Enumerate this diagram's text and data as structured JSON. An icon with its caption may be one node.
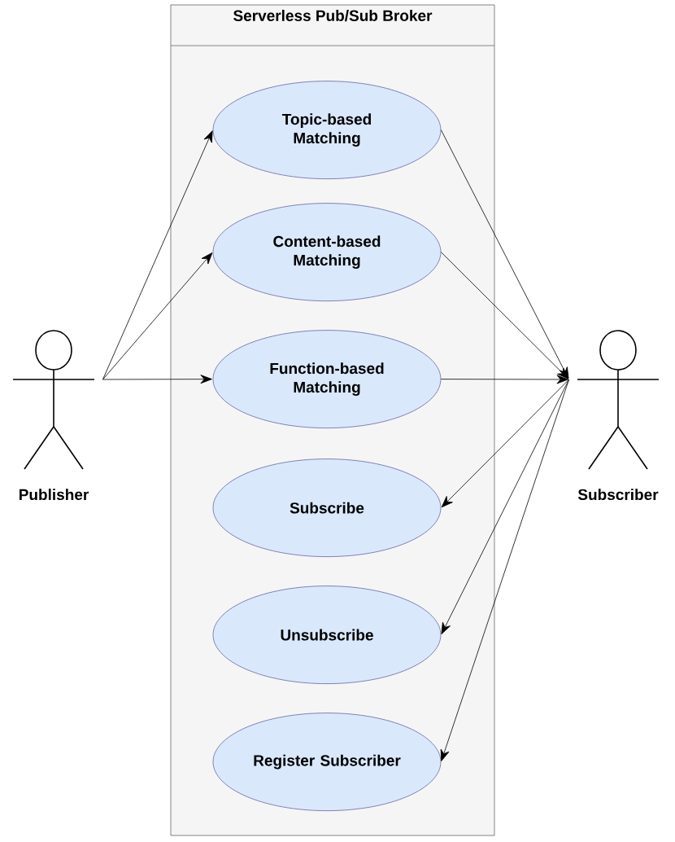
{
  "diagram": {
    "nodes": [
      {
        "text": [
          "Serverless Pub/Sub Broker"
        ]
      },
      {
        "text": [
          "Topic-based Matching"
        ],
        "in": 0
      },
      {
        "text": [
          "Content-based Matching"
        ],
        "in": 0
      },
      {
        "text": [
          "Function-based Matching"
        ],
        "in": 0
      },
      {
        "text": [
          "Subscribe"
        ],
        "in": 0
      },
      {
        "text": [
          "Unsubscribe"
        ],
        "in": 0
      },
      {
        "text": [
          "Register Subscriber"
        ],
        "in": 0
      },
      {
        "text": [
          "Publisher"
        ]
      },
      {
        "text": [
          "Subscriber"
        ]
      }
    ],
    "edges": [
      {
        "from": 7,
        "to": 1,
        "arrow": "to"
      },
      {
        "from": 7,
        "to": 2,
        "arrow": "to"
      },
      {
        "from": 7,
        "to": 3,
        "arrow": "to"
      },
      {
        "from": 1,
        "to": 8,
        "arrow": "to"
      },
      {
        "from": 2,
        "to": 8,
        "arrow": "to"
      },
      {
        "from": 3,
        "to": 8,
        "arrow": "to"
      },
      {
        "from": 8,
        "to": 4,
        "arrow": "to"
      },
      {
        "from": 8,
        "to": 5,
        "arrow": "to"
      },
      {
        "from": 8,
        "to": 6,
        "arrow": "to"
      }
    ]
  }
}
